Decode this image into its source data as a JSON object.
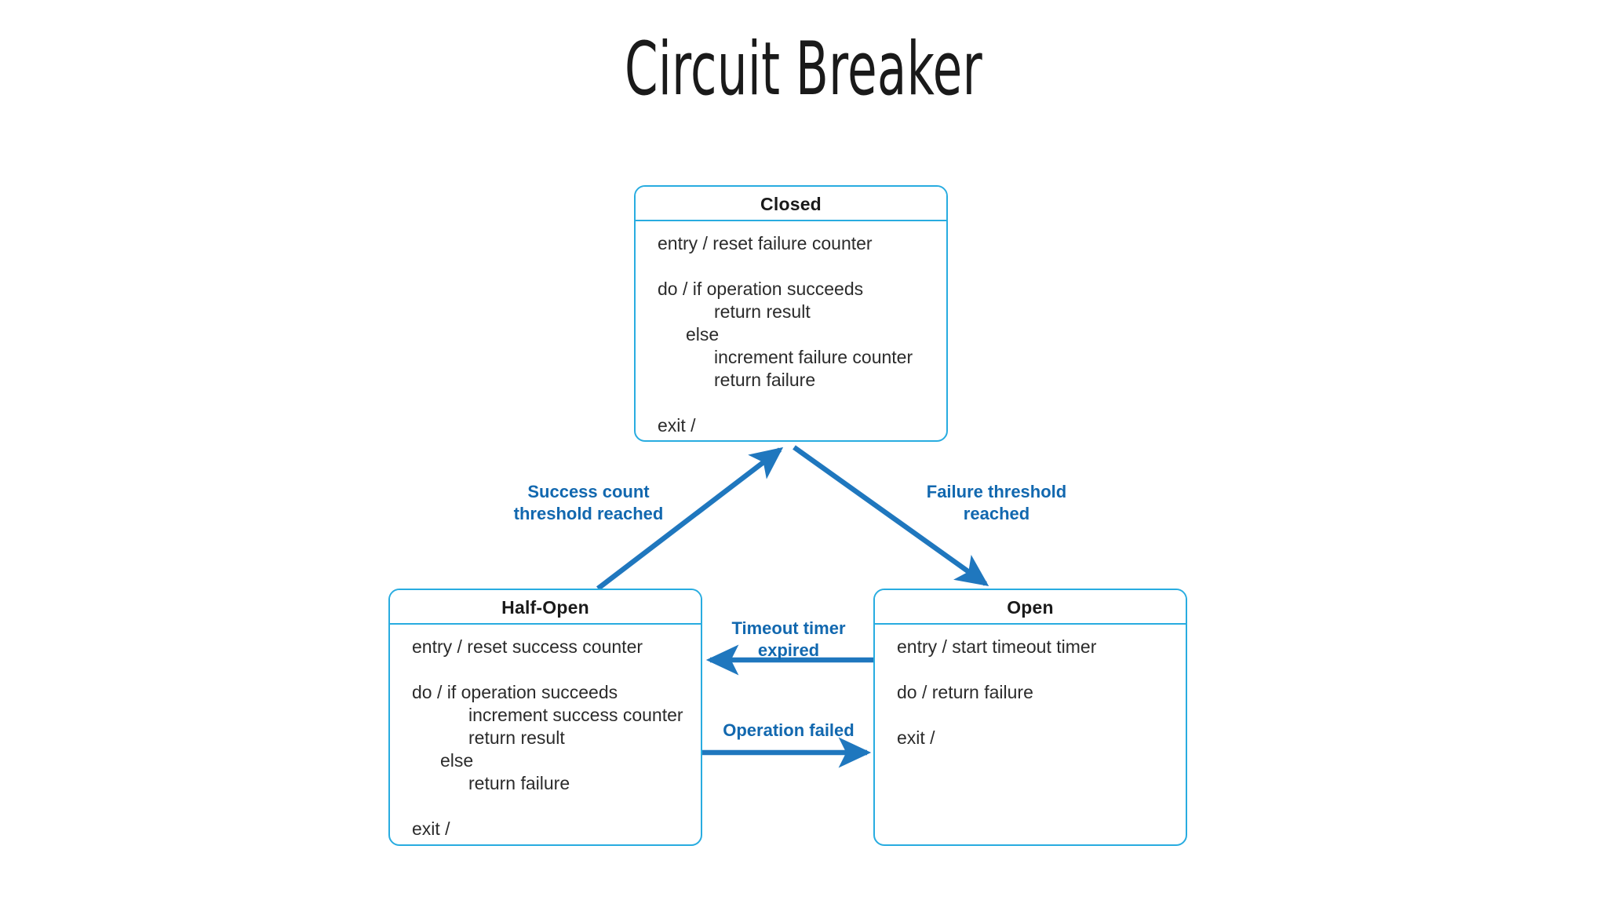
{
  "title": "Circuit Breaker",
  "colors": {
    "box_border": "#28ACE0",
    "arrow": "#1F77BE",
    "label_text": "#1268AF",
    "background": "#FFFFFF",
    "body_text": "#2B2B2B"
  },
  "states": {
    "closed": {
      "name": "Closed",
      "lines": [
        "entry / reset failure counter",
        "",
        "do / if operation succeeds",
        "return result",
        "else",
        "increment failure counter",
        "return failure",
        "",
        "exit /"
      ],
      "indents": [
        0,
        0,
        0,
        2,
        1,
        2,
        2,
        0,
        0
      ]
    },
    "half_open": {
      "name": "Half-Open",
      "lines": [
        "entry / reset success counter",
        "",
        "do / if operation succeeds",
        "increment success counter",
        "return result",
        "else",
        "return failure",
        "",
        "exit /"
      ],
      "indents": [
        0,
        0,
        0,
        2,
        2,
        1,
        2,
        0,
        0
      ]
    },
    "open": {
      "name": "Open",
      "lines": [
        "entry / start timeout timer",
        "",
        "do / return failure",
        "",
        "exit /"
      ],
      "indents": [
        0,
        0,
        0,
        0,
        0
      ]
    }
  },
  "transitions": {
    "success_count": {
      "label": "Success count\nthreshold reached",
      "from": "Half-Open",
      "to": "Closed"
    },
    "failure_threshold": {
      "label": "Failure threshold\nreached",
      "from": "Closed",
      "to": "Open"
    },
    "timeout_timer": {
      "label": "Timeout timer\nexpired",
      "from": "Open",
      "to": "Half-Open"
    },
    "operation_failed": {
      "label": "Operation failed",
      "from": "Half-Open",
      "to": "Open"
    }
  }
}
